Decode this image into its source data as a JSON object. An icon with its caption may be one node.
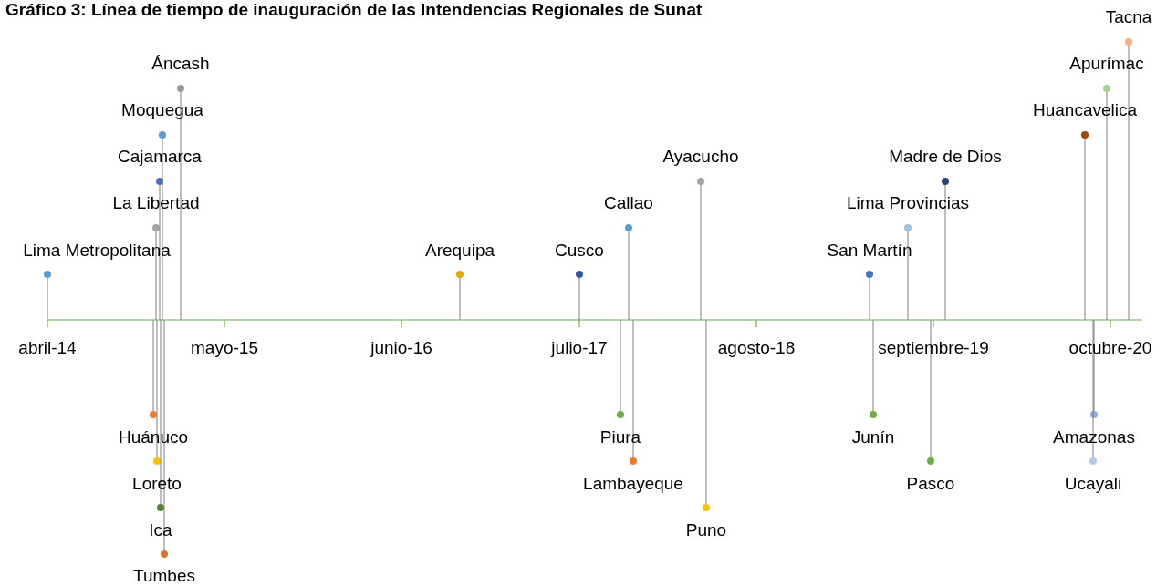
{
  "diagram": {
    "title": "Gráfico 3: Línea de tiempo de inauguración de las Intendencias Regionales de Sunat",
    "labels": [
      "Lima Metropolitana",
      "La Libertad",
      "Cajamarca",
      "Moquegua",
      "Áncash",
      "Huánuco",
      "Loreto",
      "Ica",
      "Tumbes",
      "Arequipa",
      "Cusco",
      "Callao",
      "Ayacucho",
      "Piura",
      "Lambayeque",
      "Puno",
      "San Martín",
      "Lima Provincias",
      "Madre de Dios",
      "Junín",
      "Pasco",
      "Huancavelica",
      "Apurímac",
      "Tacna",
      "Amazonas",
      "Ucayali",
      "abril-14",
      "mayo-15",
      "junio-16",
      "julio-17",
      "agosto-18",
      "septiembre-19",
      "octubre-20"
    ]
  }
}
